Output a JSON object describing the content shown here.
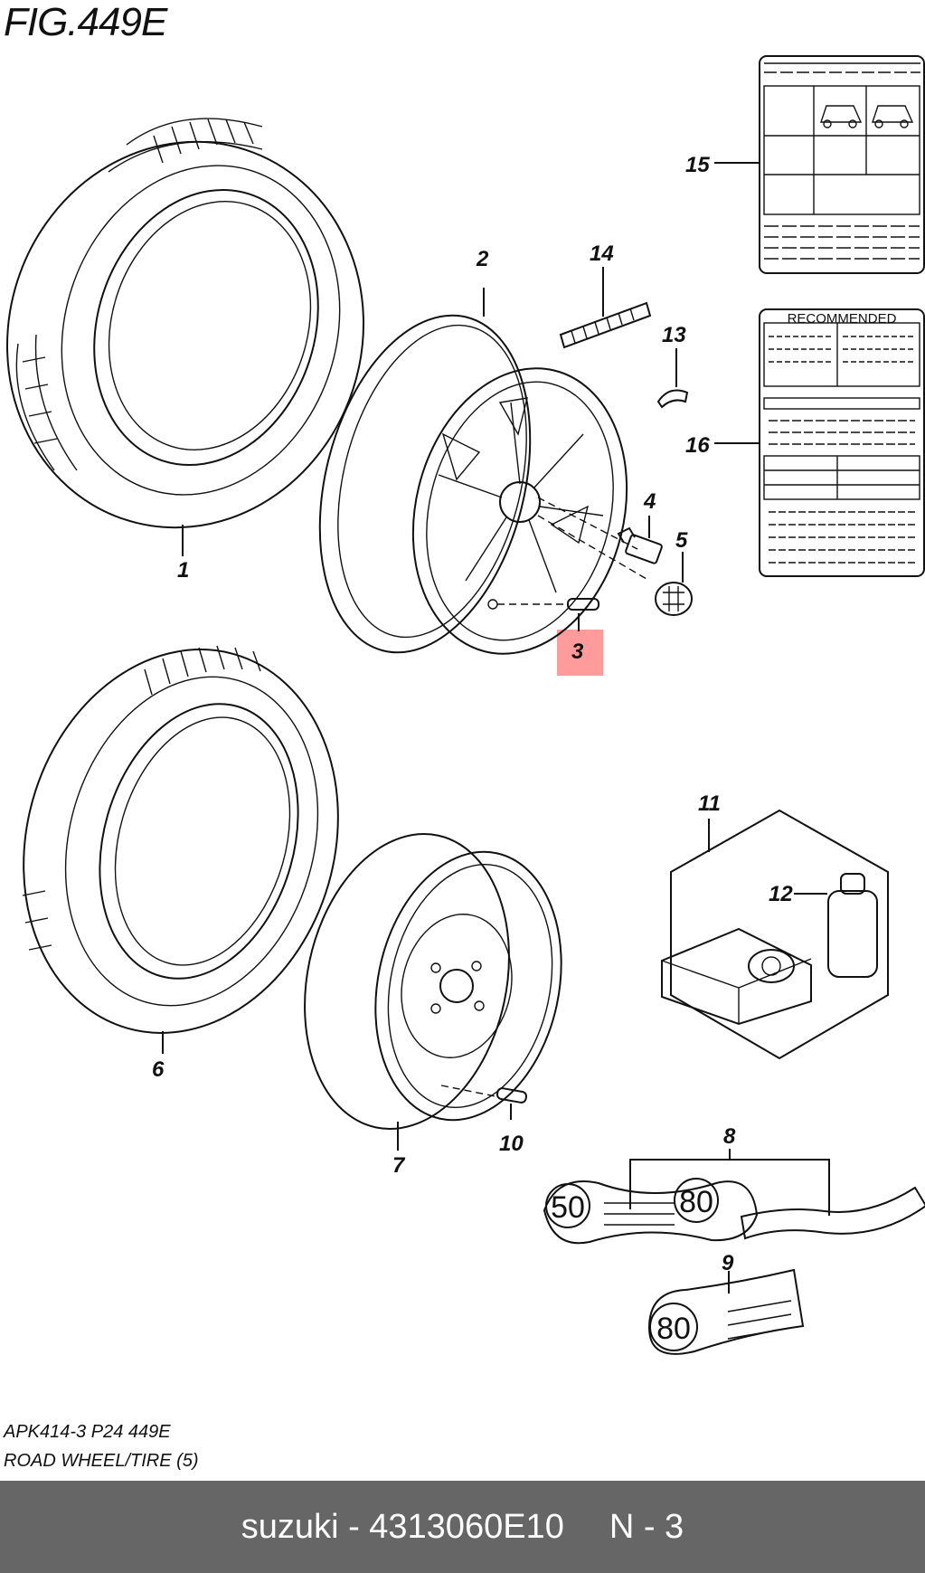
{
  "figure": {
    "title": "FIG.449E",
    "code": "APK414-3 P24 449E",
    "description": "ROAD WHEEL/TIRE (5)"
  },
  "callouts": [
    "1",
    "2",
    "3",
    "4",
    "5",
    "6",
    "7",
    "8",
    "9",
    "10",
    "11",
    "12",
    "13",
    "14",
    "15",
    "16"
  ],
  "highlighted_callout": "3",
  "label_16_header": "RECOMMENDED",
  "decal_numbers": {
    "left": "50",
    "right": "80",
    "small": "80"
  },
  "footer": {
    "part": "suzuki - 4313060E10",
    "ref": "N - 3"
  },
  "colors": {
    "highlight": "#ff8a8a",
    "footer_bg": "#666666",
    "footer_text": "#ffffff"
  }
}
